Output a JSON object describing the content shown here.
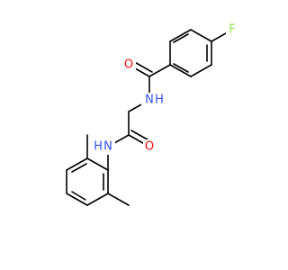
{
  "colors": {
    "background": "#ffffff",
    "bond": "#000000",
    "oxygen": "#ff0d0d",
    "nitrogen": "#3050f8",
    "fluorine": "#90e050"
  },
  "molecule": {
    "atoms": [
      {
        "id": "F",
        "label": "F",
        "element": "fluorine"
      },
      {
        "id": "O1",
        "label": "O",
        "element": "oxygen"
      },
      {
        "id": "N1",
        "label": "N",
        "element": "nitrogen"
      },
      {
        "id": "H1",
        "label": "H",
        "element": "nitrogen"
      },
      {
        "id": "O2",
        "label": "O",
        "element": "oxygen"
      },
      {
        "id": "N2",
        "label": "N",
        "element": "nitrogen"
      },
      {
        "id": "H2",
        "label": "H",
        "element": "nitrogen"
      }
    ]
  }
}
